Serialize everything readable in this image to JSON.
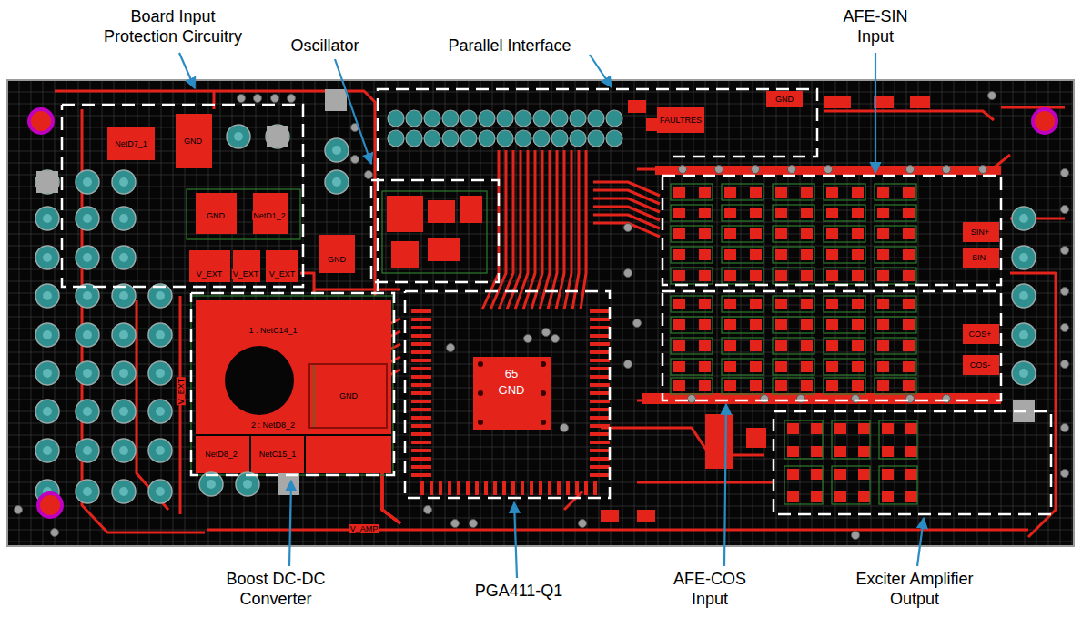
{
  "diagram": {
    "labels": [
      "Board Input Protection Circuitry",
      "Oscillator",
      "Parallel Interface",
      "AFE-SIN Input",
      "NetD7_1",
      "GND",
      "FAULTRES",
      "GND",
      "GND",
      "NetD1_2",
      "SIN+",
      "SIN-",
      "GND",
      "V_EXT",
      "V_EXT",
      "V_EXT",
      "1 : NetC14_1",
      "COS+",
      "COS-",
      "65",
      "GND",
      "V_EXT",
      "GND",
      "2 : NetD8_2",
      "NetD8_2",
      "NetC15_1",
      "V_AMP",
      "Boost DC-DC Converter",
      "PGA411-Q1",
      "AFE-COS Input",
      "Exciter Amplifier Output"
    ]
  }
}
